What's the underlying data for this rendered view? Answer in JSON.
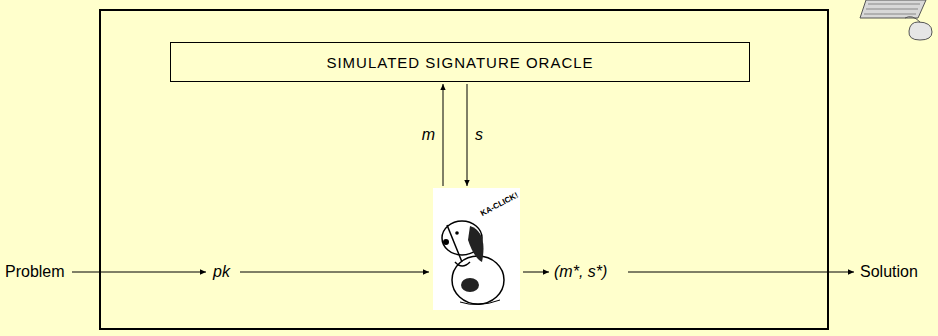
{
  "diagram": {
    "nodes": [
      {
        "text": [
          "SIMULATED SIGNATURE ORACLE"
        ]
      },
      {
        "text": [
          "KA-CLICK!"
        ]
      }
    ],
    "edges": [
      {
        "from": 1,
        "to": 0,
        "arrow": "to",
        "label": "m"
      },
      {
        "from": 0,
        "to": 1,
        "arrow": "to",
        "label": "s"
      }
    ],
    "labels": [
      "Problem",
      "pk",
      "(m*, s*)",
      "Solution"
    ]
  }
}
